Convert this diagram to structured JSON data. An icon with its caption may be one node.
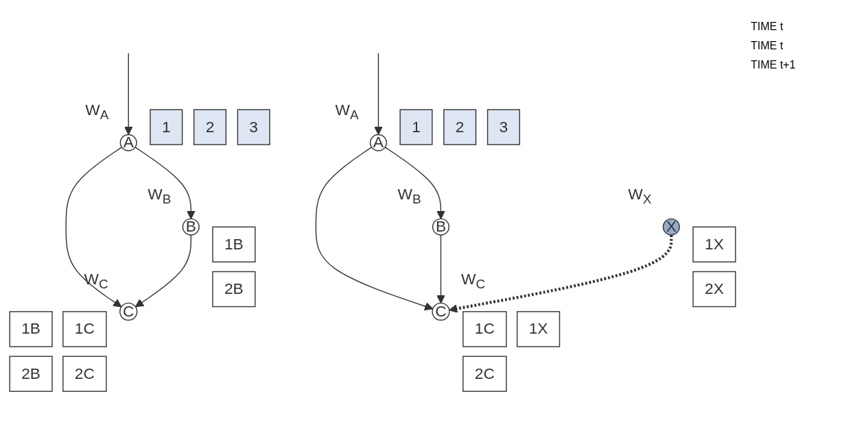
{
  "diagram": {
    "nodes": [
      {
        "text": [
          "A"
        ],
        "beside": [
          "W$_{A}$"
        ]
      },
      {
        "text": [
          "1"
        ]
      },
      {
        "text": [
          "2"
        ]
      },
      {
        "text": [
          "3"
        ]
      },
      {
        "text": [
          "B"
        ],
        "beside": [
          "W$_{B}$"
        ]
      },
      {
        "text": [
          "C"
        ],
        "beside": [
          "W$_{C}$"
        ]
      },
      {
        "text": [
          "1B"
        ]
      },
      {
        "text": [
          "2B"
        ]
      },
      {
        "text": [
          "1C"
        ]
      },
      {
        "text": [
          "2C"
        ]
      },
      {
        "text": [
          "1B"
        ]
      },
      {
        "text": [
          "2B"
        ]
      },
      {
        "text": [
          "A"
        ],
        "beside": [
          "W$_{A}$"
        ]
      },
      {
        "text": [
          "1"
        ]
      },
      {
        "text": [
          "2"
        ]
      },
      {
        "text": [
          "3"
        ]
      },
      {
        "text": [
          "B"
        ],
        "beside": [
          "W$_{B}$"
        ]
      },
      {
        "text": [
          "C"
        ],
        "beside": [
          "W$_{C}$"
        ]
      },
      {
        "text": [
          "1C"
        ]
      },
      {
        "text": [
          "1X"
        ]
      },
      {
        "text": [
          "2C"
        ]
      },
      {
        "text": [
          "X"
        ],
        "beside": [
          "W$_{X}$"
        ]
      },
      {
        "text": [
          "1X"
        ]
      },
      {
        "text": [
          "2X"
        ]
      }
    ],
    "edges": [
      {
        "from": null,
        "to": 0,
        "arrow": "to"
      },
      {
        "from": 0,
        "to": 4,
        "arrow": "to"
      },
      {
        "from": 0,
        "to": 5,
        "arrow": "to"
      },
      {
        "from": 4,
        "to": 5,
        "arrow": "to"
      },
      {
        "from": null,
        "to": 12,
        "arrow": "to"
      },
      {
        "from": 12,
        "to": 16,
        "arrow": "to"
      },
      {
        "from": 12,
        "to": 17,
        "arrow": "to"
      },
      {
        "from": 16,
        "to": 17,
        "arrow": "to"
      },
      {
        "from": 21,
        "to": 17,
        "arrow": "to",
        "style": "dashed"
      }
    ],
    "labels": [
      "TIME t",
      "TIME t",
      "TIME t+1"
    ]
  }
}
